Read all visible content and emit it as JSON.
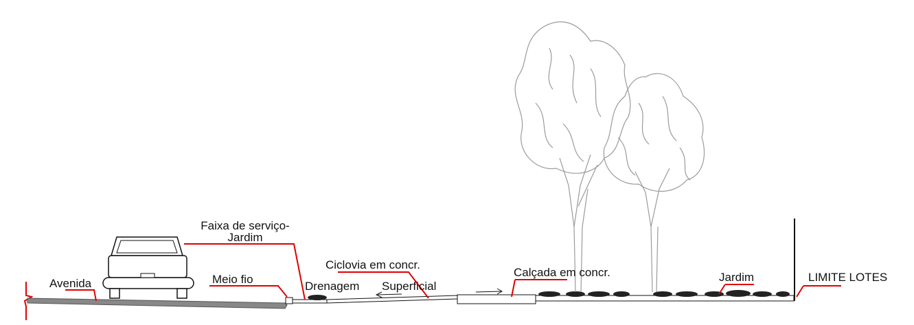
{
  "labels": {
    "avenida": "Avenida",
    "faixa_line1": "Faixa de serviço-",
    "faixa_line2": "Jardim",
    "meio_fio": "Meio fio",
    "ciclovia": "Ciclovia em concr.",
    "drenagem": "Drenagem",
    "superficial": "Superficial",
    "calcada": "Calçada em concr.",
    "jardim": "Jardim",
    "limite_lotes": "LIMITE LOTES"
  },
  "colors": {
    "leader": "#e00000",
    "ground": "#666666",
    "tree": "#9a9a9a",
    "outline": "#111111",
    "shrub": "#222222"
  }
}
